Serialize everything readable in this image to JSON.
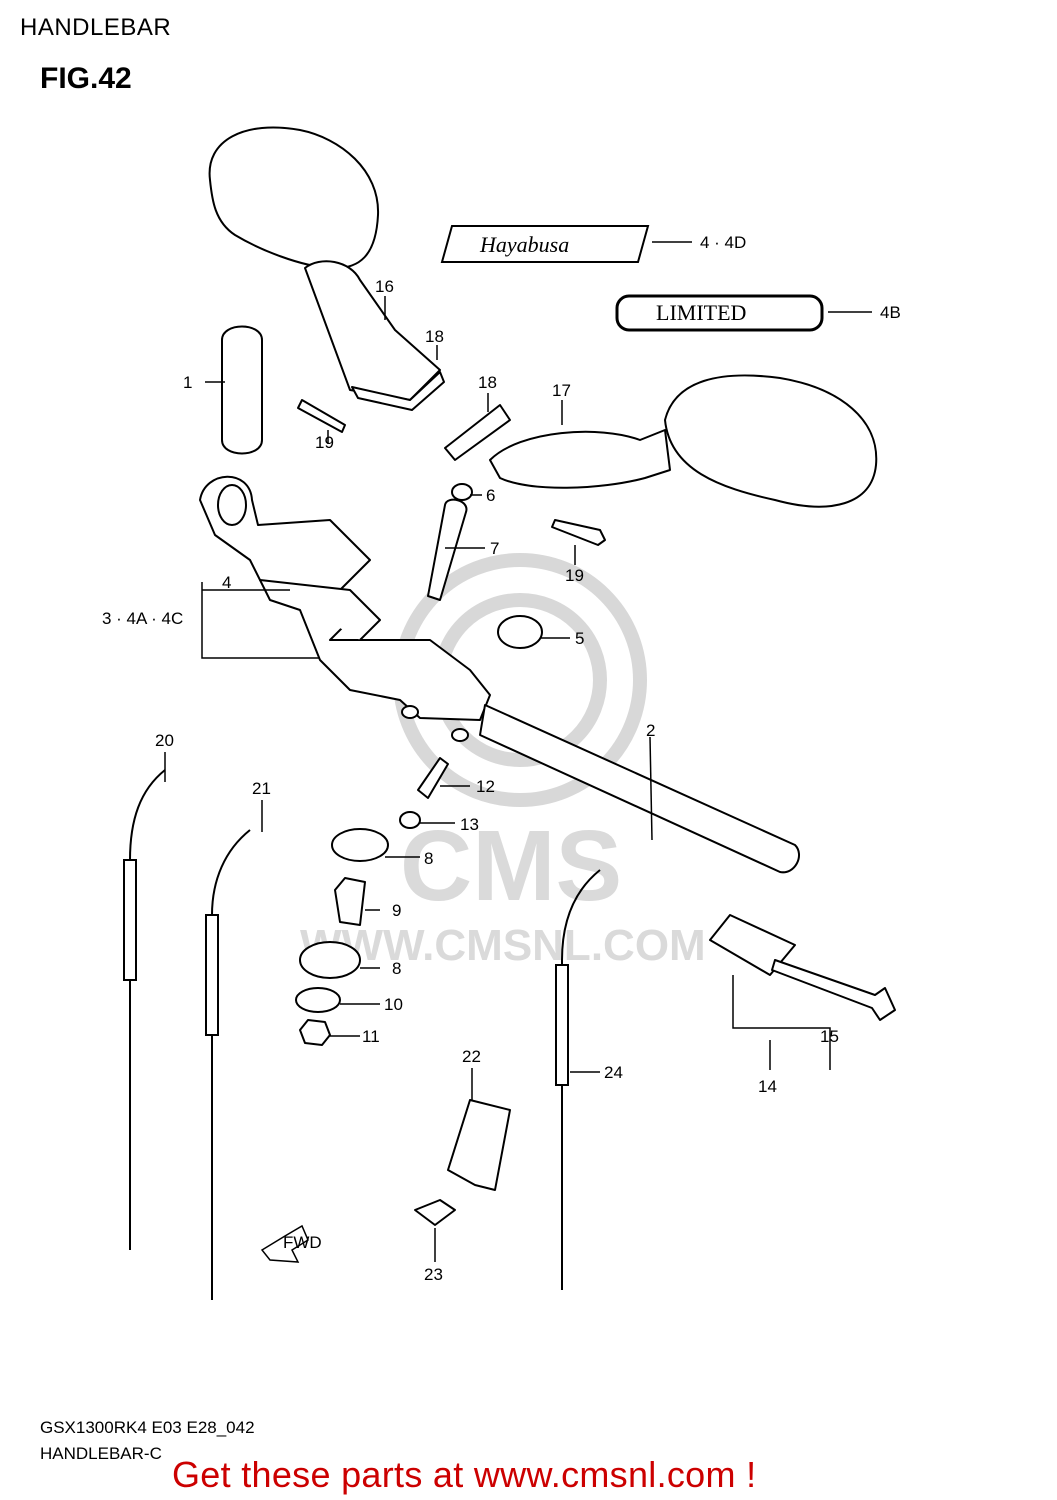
{
  "header": {
    "section_title": "HANDLEBAR",
    "figure_label": "FIG.42"
  },
  "badges": {
    "badge_4": "Hayabusa",
    "badge_4b": "LIMITED"
  },
  "callouts": {
    "c1": "1",
    "c2": "2",
    "c3": "3 · 4A · 4C",
    "c4": "4",
    "c4d": "4 · 4D",
    "c4b": "4B",
    "c5": "5",
    "c6": "6",
    "c7": "7",
    "c8a": "8",
    "c8b": "8",
    "c9": "9",
    "c10": "10",
    "c11": "11",
    "c12": "12",
    "c13": "13",
    "c14": "14",
    "c15": "15",
    "c16": "16",
    "c17": "17",
    "c18a": "18",
    "c18b": "18",
    "c19a": "19",
    "c19b": "19",
    "c20": "20",
    "c21": "21",
    "c22": "22",
    "c23": "23",
    "c24": "24"
  },
  "watermark": {
    "brand": "CMS",
    "url": "WWW.CMSNL.COM"
  },
  "fwd_arrow": "FWD",
  "footer": {
    "model_code": "GSX1300RK4 E03 E28_042",
    "figure_name": "HANDLEBAR-C",
    "promo": "Get these parts at www.cmsnl.com !"
  }
}
